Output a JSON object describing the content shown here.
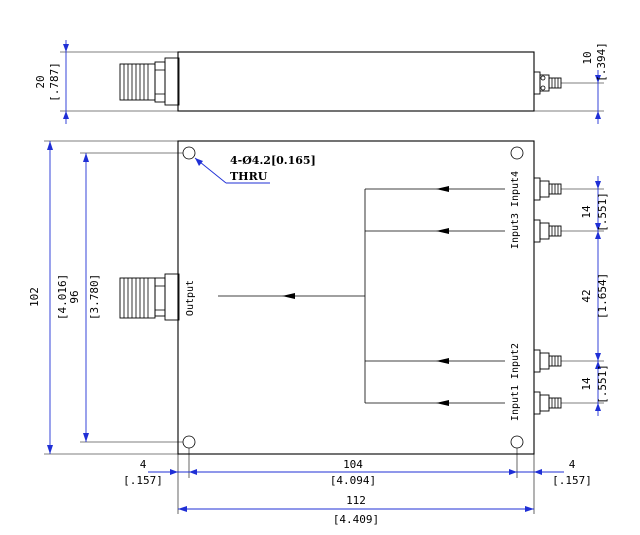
{
  "dimensions": {
    "height_side": {
      "value": "20",
      "inch": "[.787]"
    },
    "connector_height": {
      "value": "10",
      "inch": "[.394]"
    },
    "overall_height": {
      "value": "102",
      "inch": "[4.016]"
    },
    "hole_spacing_v": {
      "value": "96",
      "inch": "[3.780]"
    },
    "input_pitch_top": {
      "value": "14",
      "inch": "[.551]"
    },
    "input_gap": {
      "value": "42",
      "inch": "[1.654]"
    },
    "input_pitch_bottom": {
      "value": "14",
      "inch": "[.551]"
    },
    "edge_left": {
      "value": "4",
      "inch": "[.157]"
    },
    "hole_spacing_h": {
      "value": "104",
      "inch": "[4.094]"
    },
    "edge_right": {
      "value": "4",
      "inch": "[.157]"
    },
    "overall_width": {
      "value": "112",
      "inch": "[4.409]"
    }
  },
  "holes_note": {
    "line1": "4-Ø4.2[0.165]",
    "line2": "THRU"
  },
  "ports": {
    "output": "Output",
    "input1": "Input1",
    "input2": "Input2",
    "input3": "Input3",
    "input4": "Input4"
  }
}
